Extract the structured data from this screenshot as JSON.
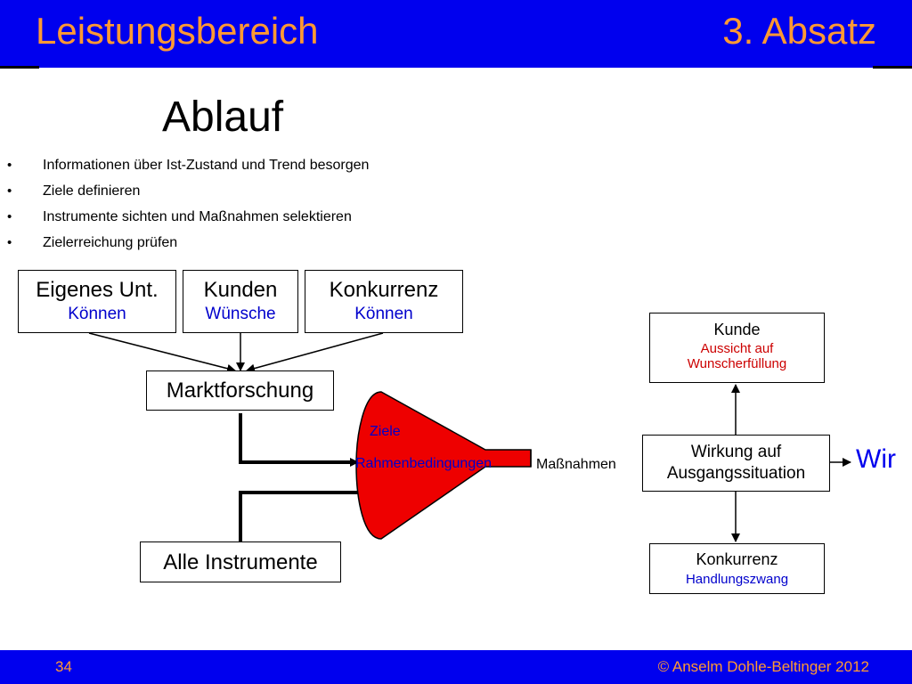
{
  "header": {
    "title": "Leistungsbereich",
    "section": "3. Absatz"
  },
  "page": {
    "title": "Ablauf"
  },
  "bullets": [
    "Informationen über Ist-Zustand und Trend besorgen",
    "Ziele definieren",
    "Instrumente sichten und Maßnahmen selektieren",
    "Zielerreichung prüfen"
  ],
  "diagram": {
    "eigenes": {
      "title": "Eigenes Unt.",
      "sub": "Können"
    },
    "kunden": {
      "title": "Kunden",
      "sub": "Wünsche"
    },
    "konkurrenz": {
      "title": "Konkurrenz",
      "sub": "Können"
    },
    "marktforschung": "Marktforschung",
    "alle_instrumente": "Alle Instrumente",
    "funnel_ziele": "Ziele",
    "funnel_rahmen": "Rahmenbedingungen",
    "massnahmen": "Maßnahmen",
    "wirkung": {
      "line1": "Wirkung auf",
      "line2": "Ausgangssituation"
    },
    "kunde_right": {
      "title": "Kunde",
      "sub1": "Aussicht auf",
      "sub2": "Wunscherfüllung"
    },
    "konkurrenz_right": {
      "title": "Konkurrenz",
      "sub": "Handlungszwang"
    },
    "wir": "Wir"
  },
  "colors": {
    "header_bg": "#0000ee",
    "header_text": "#ff9933",
    "funnel": "#ee0000",
    "subtext": "#0000cc"
  },
  "footer": {
    "page_number": "34",
    "copyright": "© Anselm Dohle-Beltinger 2012"
  }
}
